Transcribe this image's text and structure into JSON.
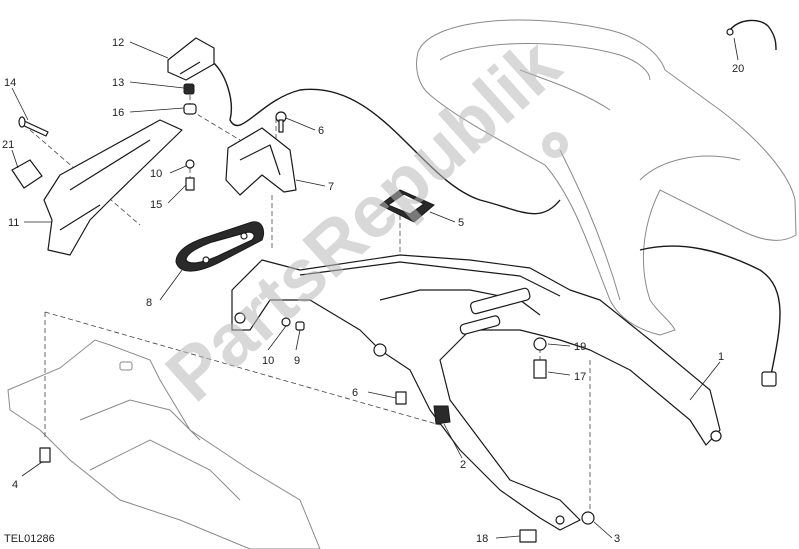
{
  "drawing_code": "TEL01286",
  "watermark": "PartsRepublik",
  "callouts": [
    {
      "id": "c1",
      "label": "1"
    },
    {
      "id": "c2",
      "label": "2"
    },
    {
      "id": "c3",
      "label": "3"
    },
    {
      "id": "c4",
      "label": "4"
    },
    {
      "id": "c5",
      "label": "5"
    },
    {
      "id": "c6a",
      "label": "6"
    },
    {
      "id": "c6b",
      "label": "6"
    },
    {
      "id": "c7",
      "label": "7"
    },
    {
      "id": "c8",
      "label": "8"
    },
    {
      "id": "c9",
      "label": "9"
    },
    {
      "id": "c10a",
      "label": "10"
    },
    {
      "id": "c10b",
      "label": "10"
    },
    {
      "id": "c11",
      "label": "11"
    },
    {
      "id": "c12",
      "label": "12"
    },
    {
      "id": "c13",
      "label": "13"
    },
    {
      "id": "c14",
      "label": "14"
    },
    {
      "id": "c15",
      "label": "15"
    },
    {
      "id": "c16",
      "label": "16"
    },
    {
      "id": "c17",
      "label": "17"
    },
    {
      "id": "c18",
      "label": "18"
    },
    {
      "id": "c19",
      "label": "19"
    },
    {
      "id": "c20",
      "label": "20"
    },
    {
      "id": "c21",
      "label": "21"
    }
  ]
}
